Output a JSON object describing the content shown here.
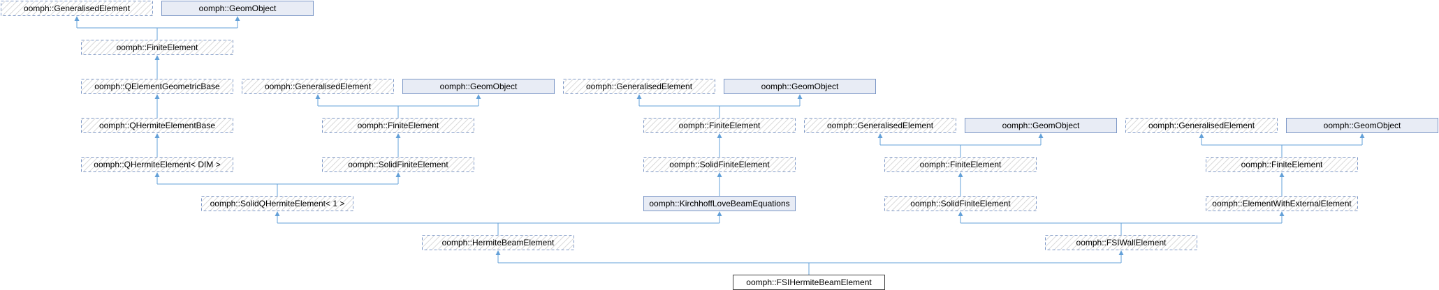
{
  "colors": {
    "edge": "#63a0d8",
    "node_border": "#7b96c6",
    "solid_fill": "#e8ecf5",
    "hatch_bg": "#ffffff",
    "hatch_line": "#d9d9d9",
    "target_border": "#404040",
    "text": "#000000"
  },
  "nodes": [
    {
      "id": "n0",
      "label": "oomph::GeneralisedElement"
    },
    {
      "id": "n1",
      "label": "oomph::GeomObject"
    },
    {
      "id": "n2",
      "label": "oomph::FiniteElement"
    },
    {
      "id": "n3",
      "label": "oomph::QElementGeometricBase"
    },
    {
      "id": "n4",
      "label": "oomph::GeneralisedElement"
    },
    {
      "id": "n5",
      "label": "oomph::GeomObject"
    },
    {
      "id": "n6",
      "label": "oomph::GeneralisedElement"
    },
    {
      "id": "n7",
      "label": "oomph::GeomObject"
    },
    {
      "id": "n8",
      "label": "oomph::QHermiteElementBase"
    },
    {
      "id": "n9",
      "label": "oomph::FiniteElement"
    },
    {
      "id": "n10",
      "label": "oomph::FiniteElement"
    },
    {
      "id": "n11",
      "label": "oomph::GeneralisedElement"
    },
    {
      "id": "n12",
      "label": "oomph::GeomObject"
    },
    {
      "id": "n13",
      "label": "oomph::GeneralisedElement"
    },
    {
      "id": "n14",
      "label": "oomph::GeomObject"
    },
    {
      "id": "n15",
      "label": "oomph::QHermiteElement< DIM >"
    },
    {
      "id": "n16",
      "label": "oomph::SolidFiniteElement"
    },
    {
      "id": "n17",
      "label": "oomph::SolidFiniteElement"
    },
    {
      "id": "n18",
      "label": "oomph::FiniteElement"
    },
    {
      "id": "n19",
      "label": "oomph::FiniteElement"
    },
    {
      "id": "n20",
      "label": "oomph::SolidQHermiteElement< 1 >"
    },
    {
      "id": "n21",
      "label": "oomph::KirchhoffLoveBeamEquations"
    },
    {
      "id": "n22",
      "label": "oomph::SolidFiniteElement"
    },
    {
      "id": "n23",
      "label": "oomph::ElementWithExternalElement"
    },
    {
      "id": "n24",
      "label": "oomph::HermiteBeamElement"
    },
    {
      "id": "n25",
      "label": "oomph::FSIWallElement"
    },
    {
      "id": "n26",
      "label": "oomph::FSIHermiteBeamElement"
    }
  ],
  "edges": [
    {
      "from": "n2",
      "to": [
        "n0",
        "n1"
      ]
    },
    {
      "from": "n3",
      "to": [
        "n2"
      ]
    },
    {
      "from": "n8",
      "to": [
        "n3"
      ]
    },
    {
      "from": "n15",
      "to": [
        "n8"
      ]
    },
    {
      "from": "n9",
      "to": [
        "n4",
        "n5"
      ]
    },
    {
      "from": "n16",
      "to": [
        "n9"
      ]
    },
    {
      "from": "n20",
      "to": [
        "n15",
        "n16"
      ]
    },
    {
      "from": "n10",
      "to": [
        "n6",
        "n7"
      ]
    },
    {
      "from": "n17",
      "to": [
        "n10"
      ]
    },
    {
      "from": "n21",
      "to": [
        "n17"
      ]
    },
    {
      "from": "n18",
      "to": [
        "n11",
        "n12"
      ]
    },
    {
      "from": "n22",
      "to": [
        "n18"
      ]
    },
    {
      "from": "n19",
      "to": [
        "n13",
        "n14"
      ]
    },
    {
      "from": "n23",
      "to": [
        "n19"
      ]
    },
    {
      "from": "n24",
      "to": [
        "n20",
        "n21"
      ]
    },
    {
      "from": "n25",
      "to": [
        "n22",
        "n23"
      ]
    },
    {
      "from": "n26",
      "to": [
        "n24",
        "n25"
      ]
    }
  ]
}
